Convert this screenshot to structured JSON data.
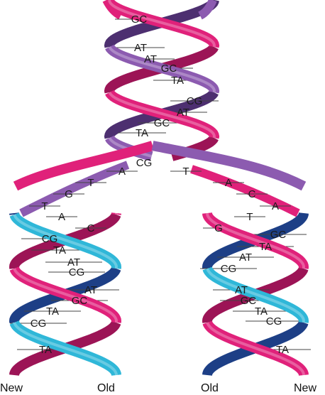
{
  "colors": {
    "old_strand": "#e0217a",
    "old_strand_dark": "#9c1456",
    "original_strand": "#8c5bb0",
    "original_strand_dark": "#4d2f70",
    "new_strand": "#2fb7d8",
    "new_strand_dark": "#1d3f86",
    "rung": "#444444"
  },
  "parent_helix_pairs": [
    "GC",
    "AT",
    "AT",
    "GC",
    "TA",
    "CG",
    "AT",
    "GC",
    "TA"
  ],
  "fork_bases": {
    "center": "CG",
    "left_arm": [
      "A",
      "T",
      "G",
      "T",
      "A",
      "C"
    ],
    "right_arm": [
      "T",
      "A",
      "C",
      "A",
      "T",
      "G"
    ]
  },
  "left_daughter_pairs": [
    "CG",
    "TA",
    "AT",
    "CG",
    "AT",
    "GC",
    "TA",
    "CG",
    "TA"
  ],
  "right_daughter_pairs": [
    "GC",
    "TA",
    "AT",
    "CG",
    "AT",
    "GC",
    "TA",
    "CG",
    "TA"
  ],
  "strand_labels": {
    "left_new": "New",
    "left_old": "Old",
    "right_old": "Old",
    "right_new": "New"
  }
}
